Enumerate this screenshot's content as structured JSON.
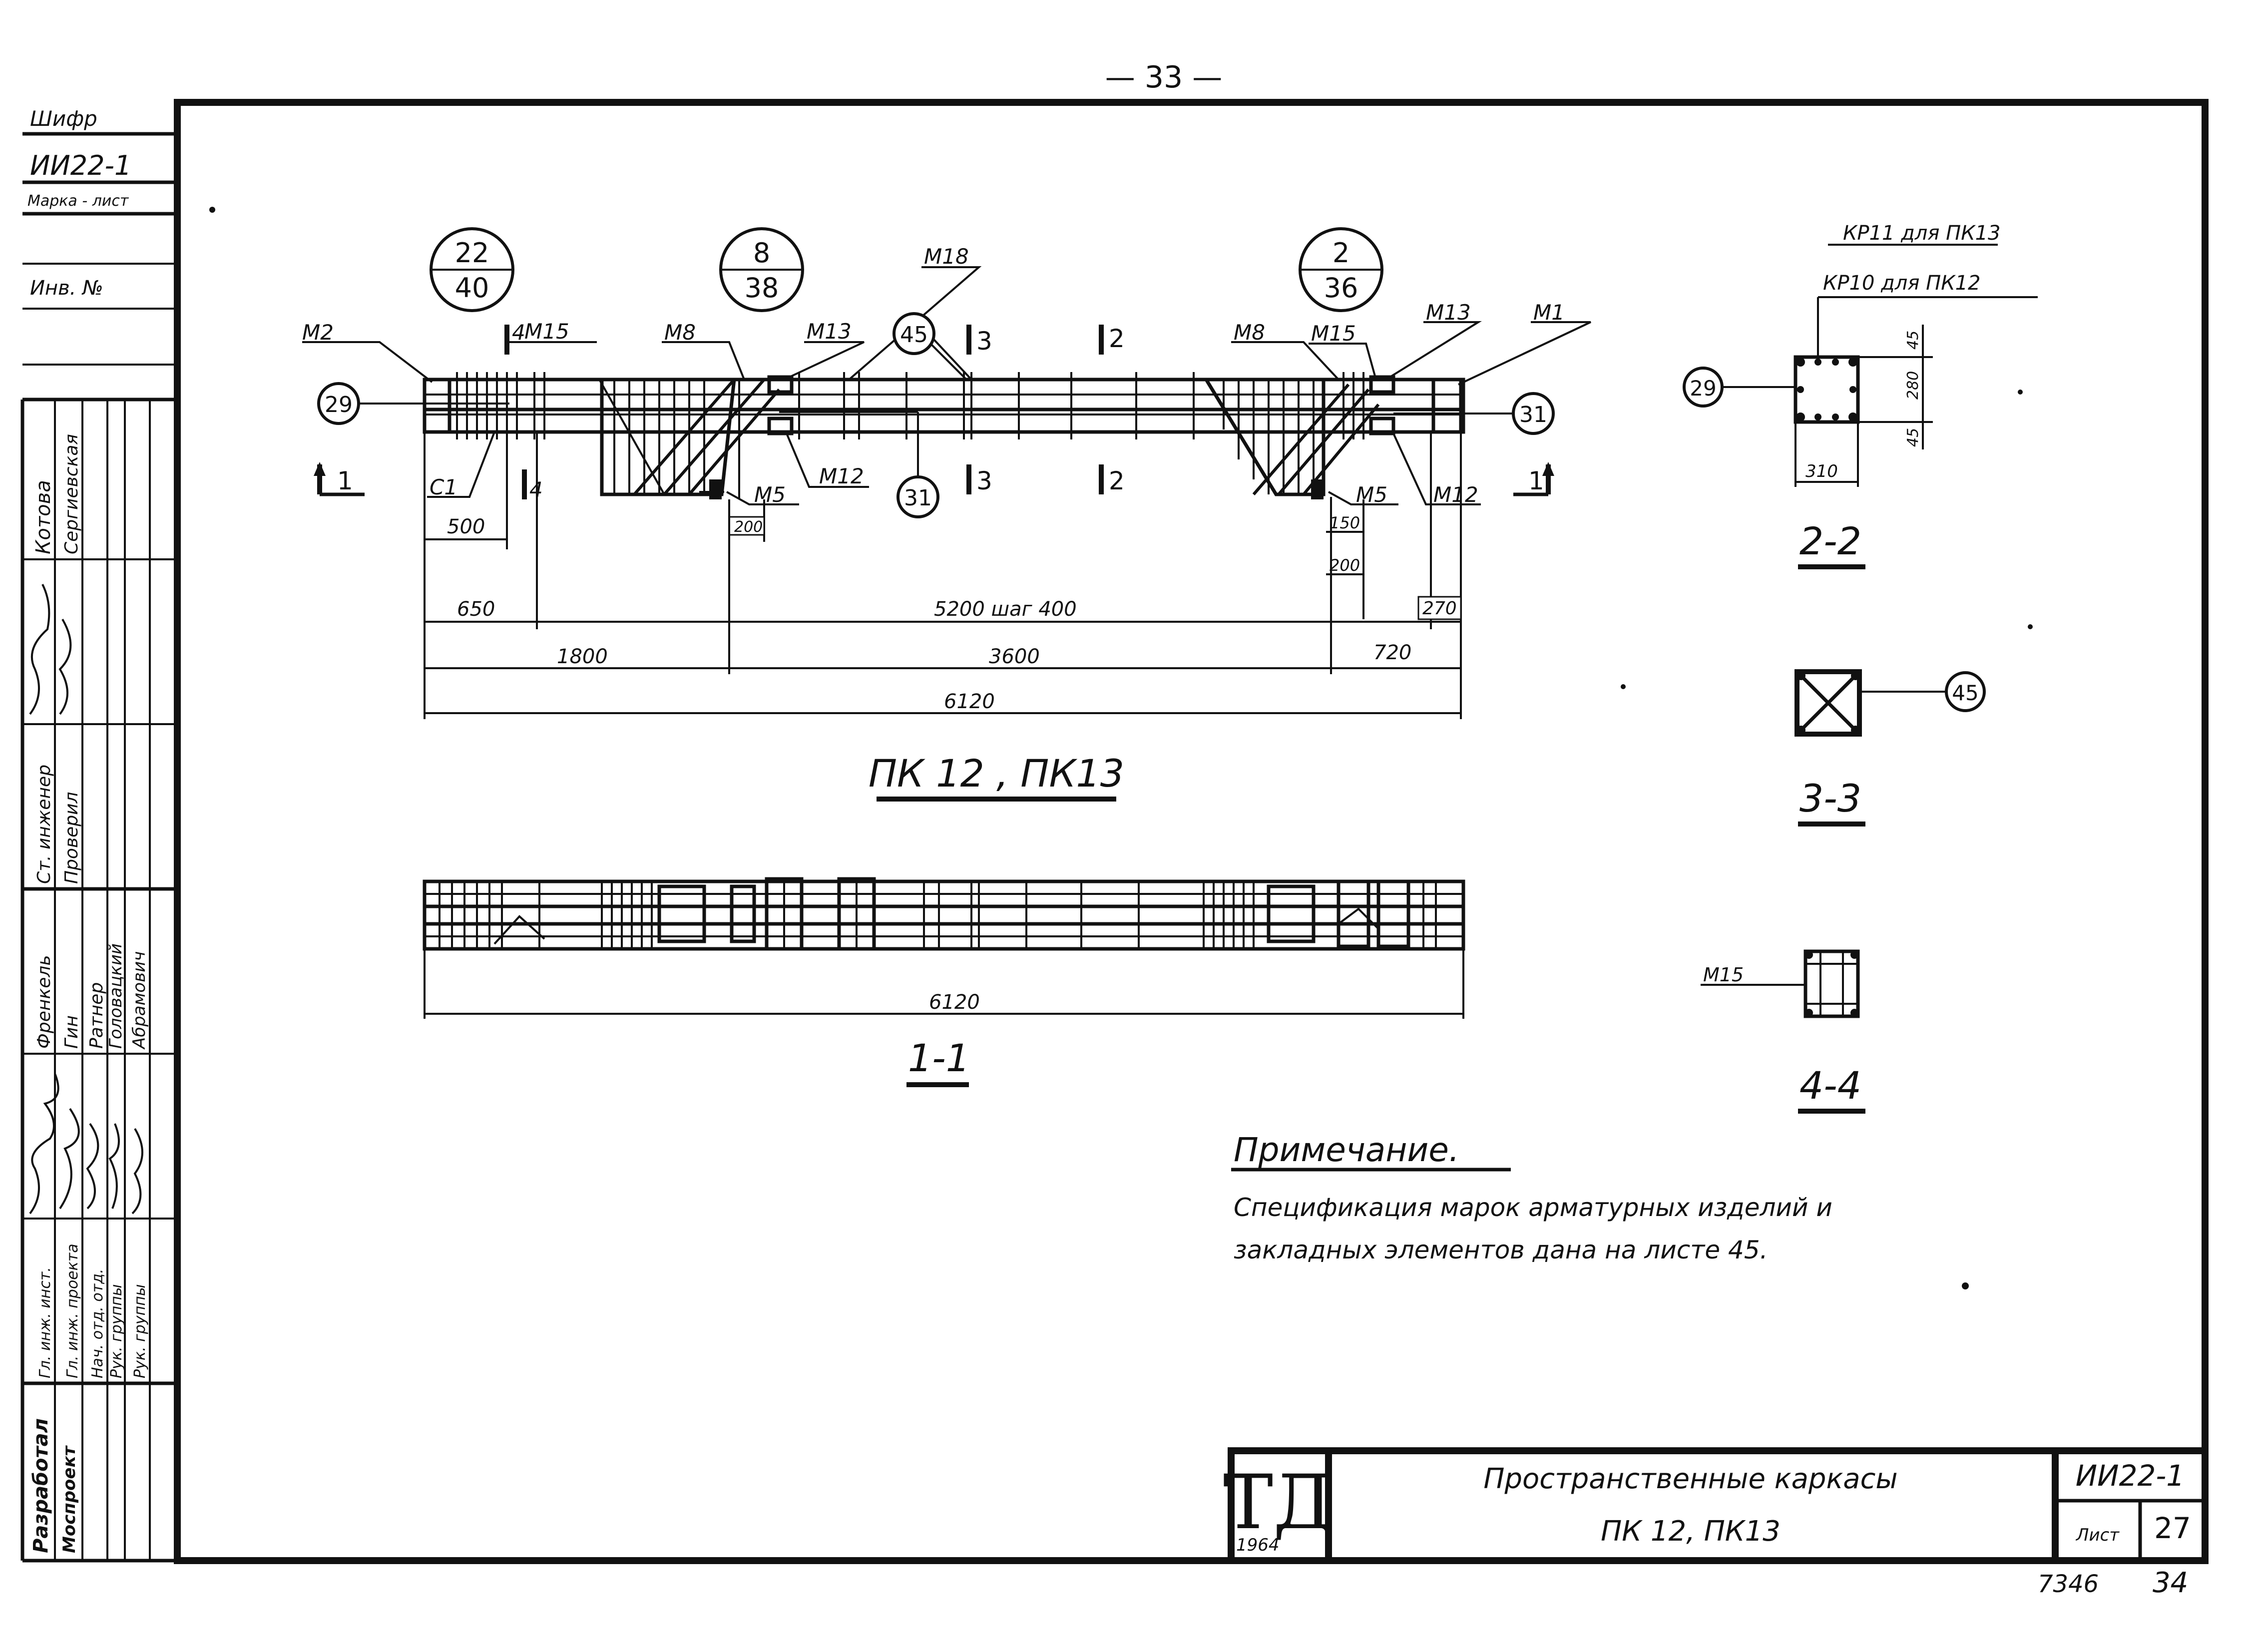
{
  "page": {
    "number": "— 33 —",
    "bottom_left": "7346",
    "bottom_right": "34"
  },
  "side_stamp": {
    "cipher_label": "Шифр",
    "cipher_value": "ИИ22-1",
    "mark_sheet": "Марка - лист",
    "inv_no": "Инв. №",
    "developer": "Разработал",
    "designer_org": "Моспроект",
    "roles": [
      "Гл. инж. инст.",
      "Гл. инж. проекта",
      "Нач. отд. отд.",
      "Рук. группы",
      "Рук. группы",
      "Ст. инженер",
      "Проверил"
    ],
    "names": [
      "Френкель",
      "Гин",
      "Ратнер",
      "Головацкий",
      "Абрамович",
      "Котова",
      "Сергиевская"
    ]
  },
  "drawing": {
    "title_main": "ПК 12 , ПК13",
    "title_plan": "1-1",
    "markers": [
      {
        "top": "22",
        "bottom": "40"
      },
      {
        "top": "8",
        "bottom": "38"
      },
      {
        "top": "2",
        "bottom": "36"
      }
    ],
    "labels": {
      "m2": "М2",
      "m15": "М15",
      "m8": "М8",
      "m13": "М13",
      "m18": "М18",
      "m1": "М1",
      "m12": "М12",
      "m5": "М5",
      "c1": "С1"
    },
    "bubbles": {
      "b29": "29",
      "b31": "31",
      "b45": "45"
    },
    "section_marks": {
      "s1": "1",
      "s2": "2",
      "s3": "3",
      "s4": "4"
    },
    "dims": {
      "d500": "500",
      "d200": "200",
      "d150": "150",
      "d650": "650",
      "d5200": "5200 шаг 400",
      "d270": "270",
      "d1800": "1800",
      "d3600": "3600",
      "d720": "720",
      "d6120": "6120"
    }
  },
  "sections": {
    "s22": {
      "title": "2-2",
      "note1": "КР11 для ПК13",
      "note2": "КР10 для ПК12",
      "bubble": "29",
      "dim_w": "310",
      "dim_h1": "45",
      "dim_h2": "280",
      "dim_h3": "45"
    },
    "s33": {
      "title": "3-3",
      "bubble": "45"
    },
    "s44": {
      "title": "4-4",
      "label": "М15"
    }
  },
  "note": {
    "heading": "Примечание.",
    "line1": "Спецификация марок арматурных изделий и",
    "line2": "закладных элементов дана на листе 45."
  },
  "title_block": {
    "logo": "ТД",
    "year": "1964",
    "name_line1": "Пространственные каркасы",
    "name_line2": "ПК 12, ПК13",
    "code": "ИИ22-1",
    "sheet_label": "Лист",
    "sheet_no": "27"
  }
}
